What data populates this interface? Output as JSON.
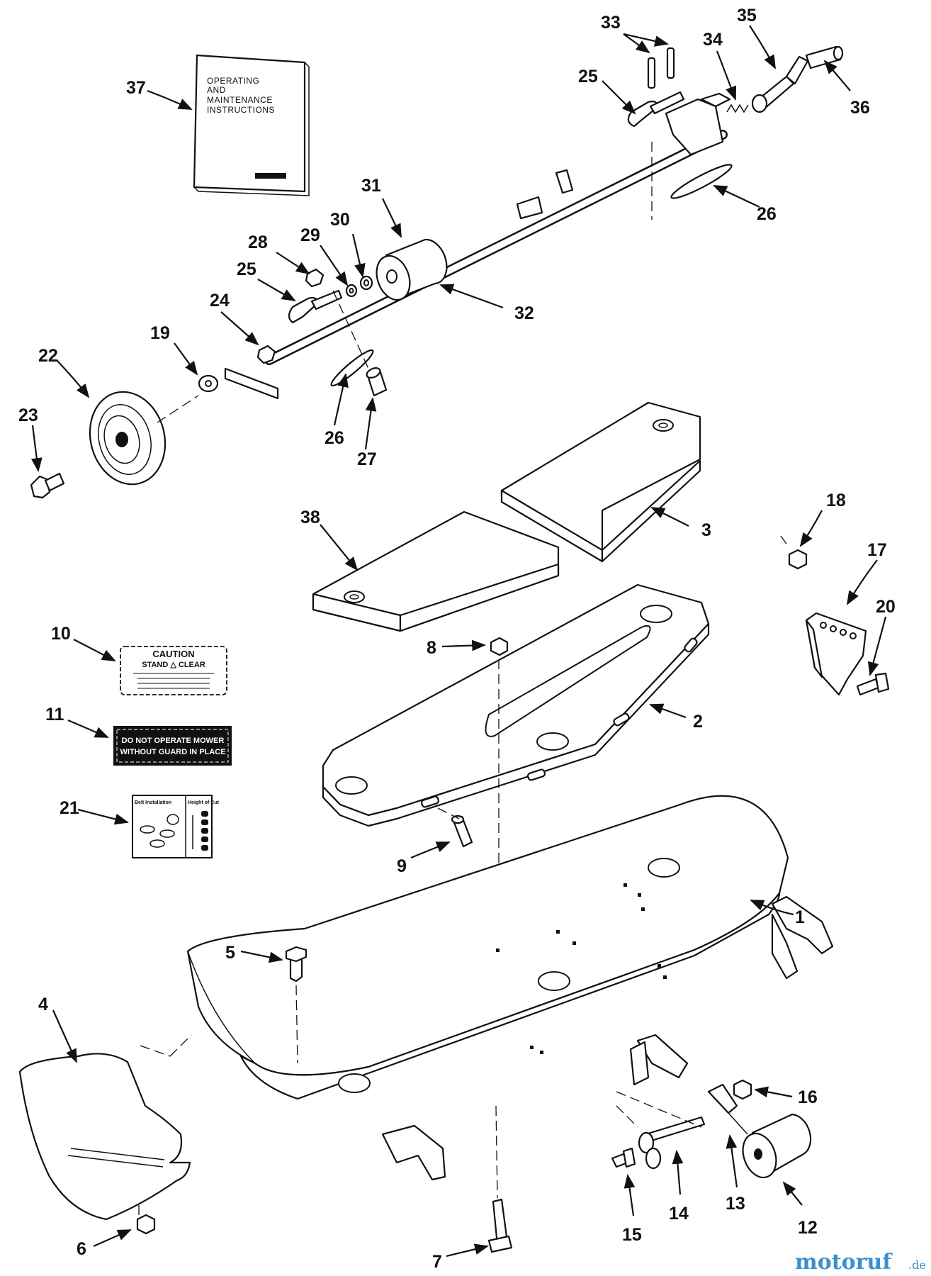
{
  "manual": {
    "line1": "OPERATING",
    "line2": "AND",
    "line3": "MAINTENANCE",
    "line4": "INSTRUCTIONS"
  },
  "decals": {
    "caution_line1": "CAUTION",
    "caution_line2": "STAND △ CLEAR",
    "warning_line1": "DO NOT OPERATE MOWER",
    "warning_line2": "WITHOUT GUARD IN PLACE",
    "belt_label": "Belt Installation",
    "height_label": "Height of Cut"
  },
  "callouts": [
    "1",
    "2",
    "3",
    "4",
    "5",
    "6",
    "7",
    "8",
    "9",
    "10",
    "11",
    "12",
    "13",
    "14",
    "15",
    "16",
    "17",
    "18",
    "19",
    "20",
    "21",
    "22",
    "23",
    "24",
    "25",
    "25",
    "26",
    "26",
    "27",
    "28",
    "29",
    "30",
    "31",
    "32",
    "33",
    "34",
    "35",
    "36",
    "37",
    "38"
  ],
  "watermark": {
    "brand": "motoruf",
    "suffix": ".de"
  }
}
